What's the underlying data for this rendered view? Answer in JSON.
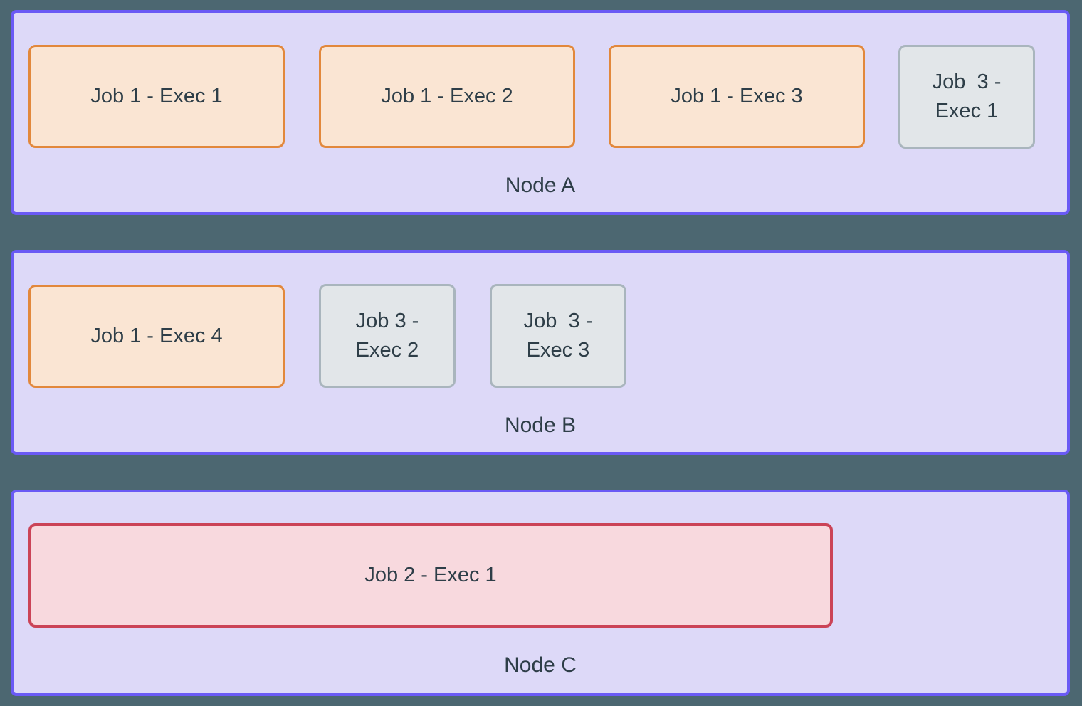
{
  "colors": {
    "page_background": "#4C6771",
    "node_background": "#DDD9F8",
    "node_border": "#6A5AF5",
    "text": "#2E3E48",
    "job1_fill": "#FAE5D3",
    "job1_border": "#E2883C",
    "job2_fill": "#F8D9DE",
    "job2_border": "#CB4357",
    "job3_fill": "#E2E6E9",
    "job3_border": "#A9B5BD"
  },
  "nodes": [
    {
      "label": "Node A",
      "executors": [
        {
          "label": "Job 1 - Exec 1",
          "job": "job1"
        },
        {
          "label": "Job 1 - Exec 2",
          "job": "job1"
        },
        {
          "label": "Job 1 - Exec 3",
          "job": "job1"
        },
        {
          "label": "Job  3 -\nExec 1",
          "job": "job3"
        }
      ]
    },
    {
      "label": "Node B",
      "executors": [
        {
          "label": "Job 1 - Exec 4",
          "job": "job1"
        },
        {
          "label": "Job 3 -\nExec 2",
          "job": "job3"
        },
        {
          "label": "Job  3 -\nExec 3",
          "job": "job3"
        }
      ]
    },
    {
      "label": "Node C",
      "executors": [
        {
          "label": "Job 2 - Exec 1",
          "job": "job2"
        }
      ]
    }
  ]
}
